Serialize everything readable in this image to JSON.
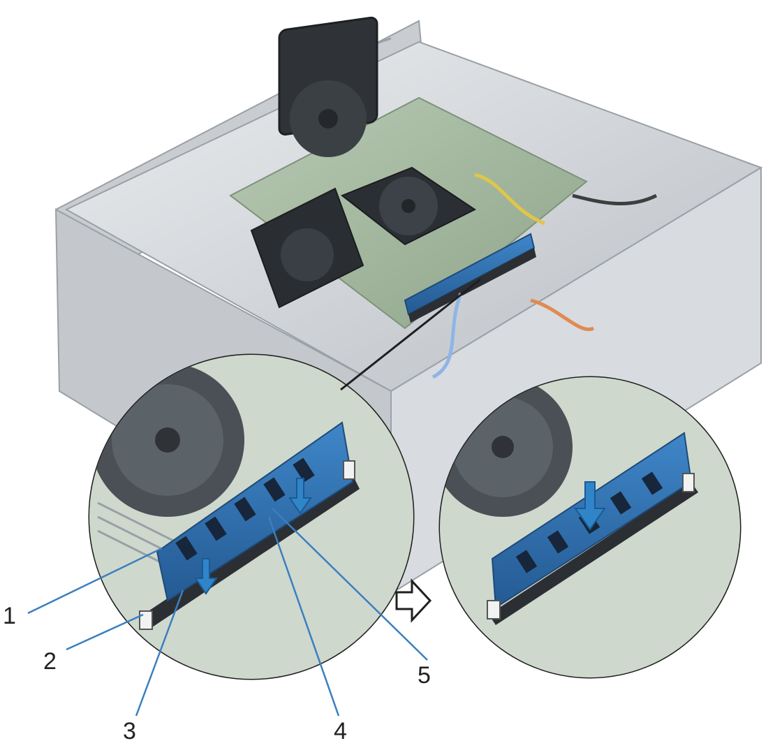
{
  "colors": {
    "chassis": "#d3d7db",
    "chassis_dark": "#a9afb5",
    "board": "#9fb59a",
    "dimm": "#2f6fb0",
    "chip": "#17263a",
    "slot": "#2b2f33",
    "arrow": "#2f85c8",
    "leader": "#3a7fc0",
    "outline": "#1f1f1f"
  },
  "callouts": [
    {
      "id": 1,
      "label": "1",
      "target": "memory-module"
    },
    {
      "id": 2,
      "label": "2",
      "target": "securing-clip"
    },
    {
      "id": 3,
      "label": "3",
      "target": "memory-module-slot"
    },
    {
      "id": 4,
      "label": "4",
      "target": "tab"
    },
    {
      "id": 5,
      "label": "5",
      "target": "notch"
    }
  ],
  "icons": {
    "step_arrow": "outline-right-arrow-icon",
    "insert_arrow": "down-arrow-icon"
  }
}
